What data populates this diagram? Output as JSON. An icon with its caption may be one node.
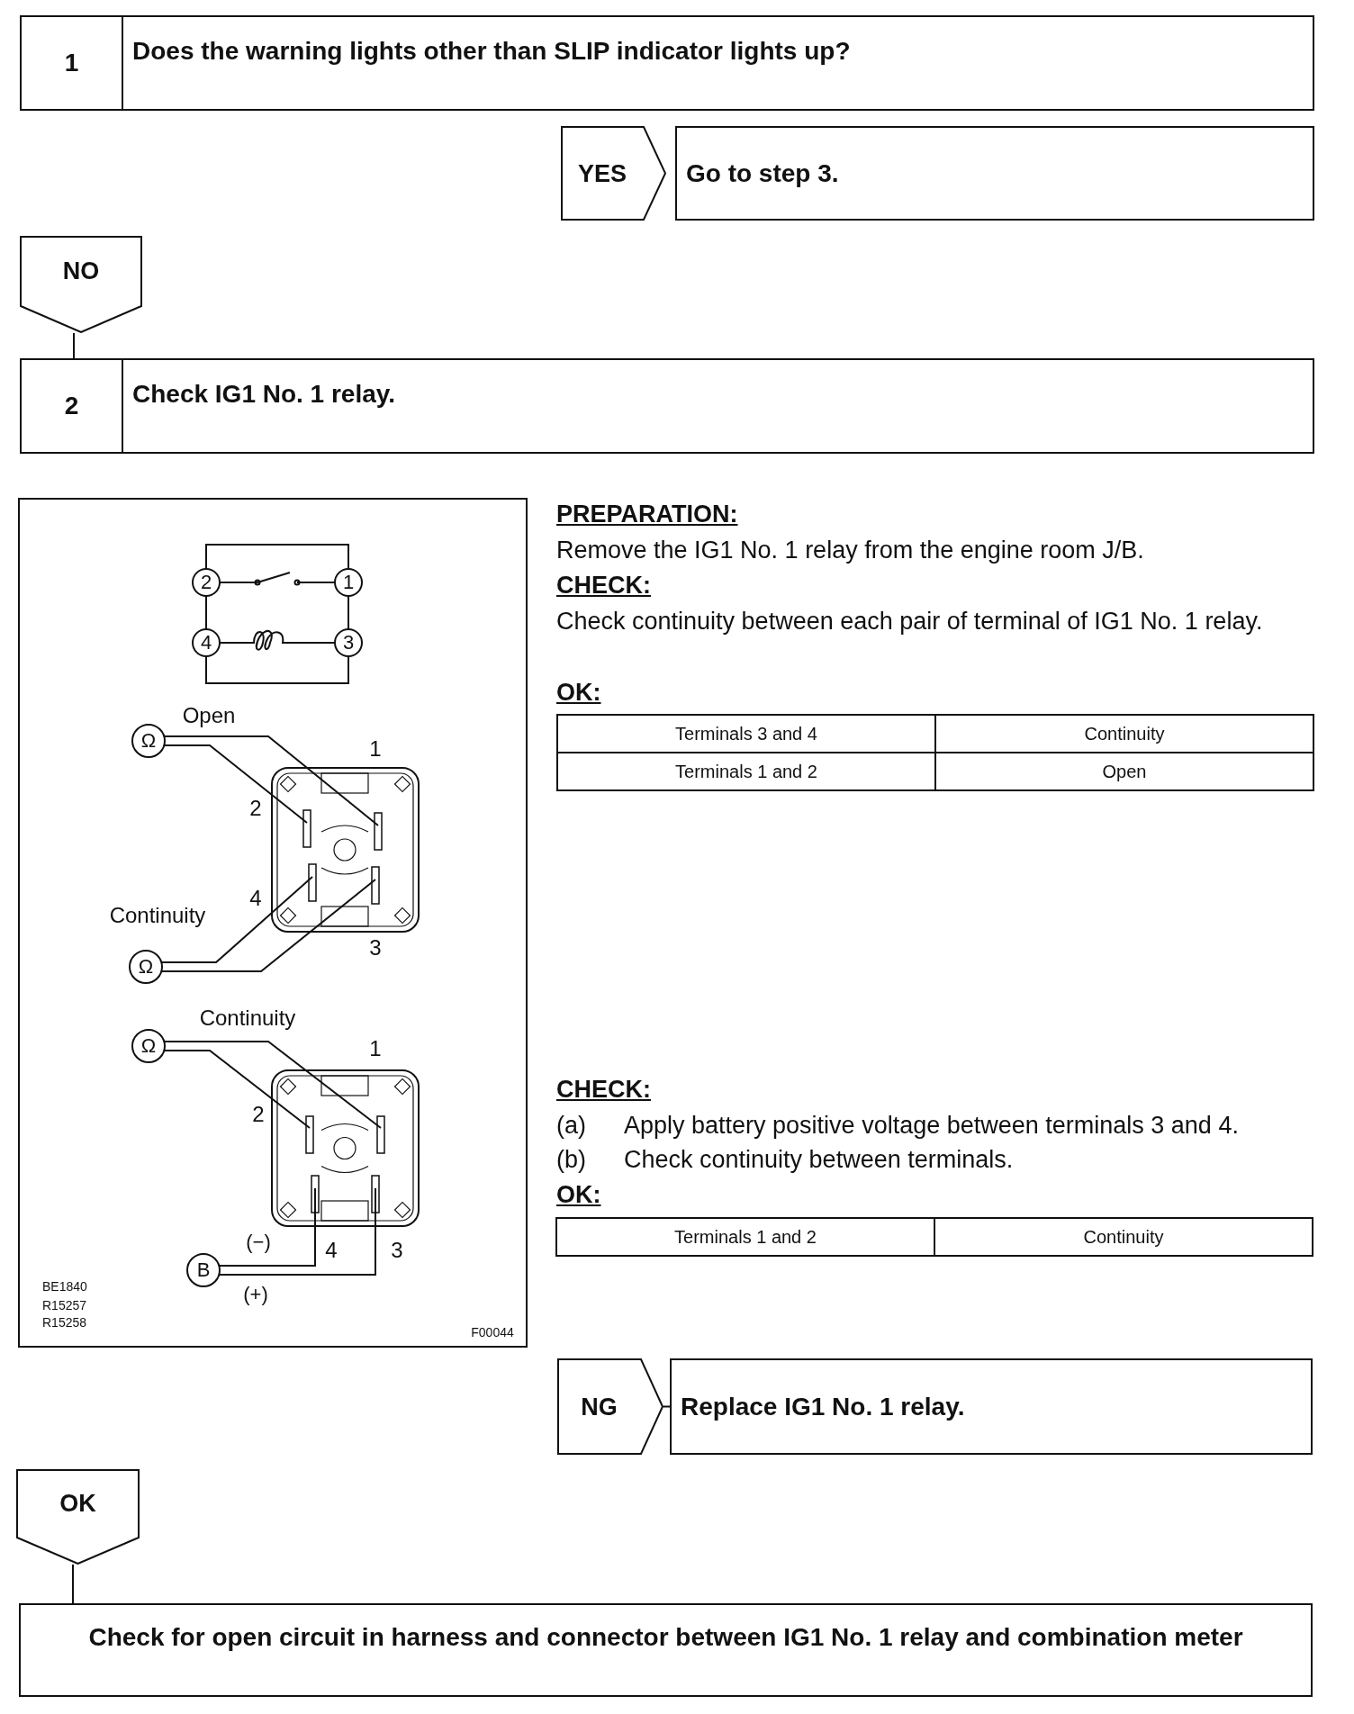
{
  "diagram": {
    "nodes": [
      {
        "text": [
          "1",
          "Does the warning lights other than SLIP indicator lights up?"
        ]
      },
      {
        "text": [
          "Go to step 3."
        ]
      },
      {
        "text": [
          "NO"
        ]
      },
      {
        "text": [
          "2",
          "Check IG1 No. 1 relay."
        ]
      },
      {
        "text": [
          "NG"
        ]
      },
      {
        "text": [
          "Replace IG1 No. 1 relay."
        ]
      },
      {
        "text": [
          "OK"
        ]
      },
      {
        "text": [
          "Check for open circuit in harness and connector between IG1 No. 1 relay and combination meter"
        ]
      }
    ],
    "edges": [
      {
        "from": 0,
        "to": 1,
        "arrow": "to",
        "label": "YES"
      },
      {
        "from": 2,
        "to": 3,
        "arrow": "none"
      },
      {
        "from": 4,
        "to": 5,
        "arrow": "none"
      },
      {
        "from": 6,
        "to": 7,
        "arrow": "none"
      }
    ],
    "labels": [
      "2",
      "1",
      "4",
      "3",
      "Open",
      "Ω",
      "1",
      "2",
      "4",
      "Continuity",
      "Ω",
      "3",
      "Continuity",
      "Ω",
      "1",
      "2",
      "(−)",
      "4",
      "3",
      "B",
      "(+)",
      "BE1840",
      "R15257",
      "R15258",
      "F00044",
      "PREPARATION:",
      "Remove the IG1 No. 1 relay from the engine room J/B.",
      "CHECK:",
      "Check continuity between each pair of terminal of IG1 No. 1 relay.",
      "OK:",
      "Terminals 3 and 4",
      "Continuity",
      "Terminals 1 and 2",
      "Open",
      "CHECK:",
      "(a)",
      "Apply battery positive voltage between terminals 3 and 4.",
      "(b)",
      "Check continuity between terminals.",
      "OK:",
      "Terminals 1 and 2",
      "Continuity"
    ]
  }
}
